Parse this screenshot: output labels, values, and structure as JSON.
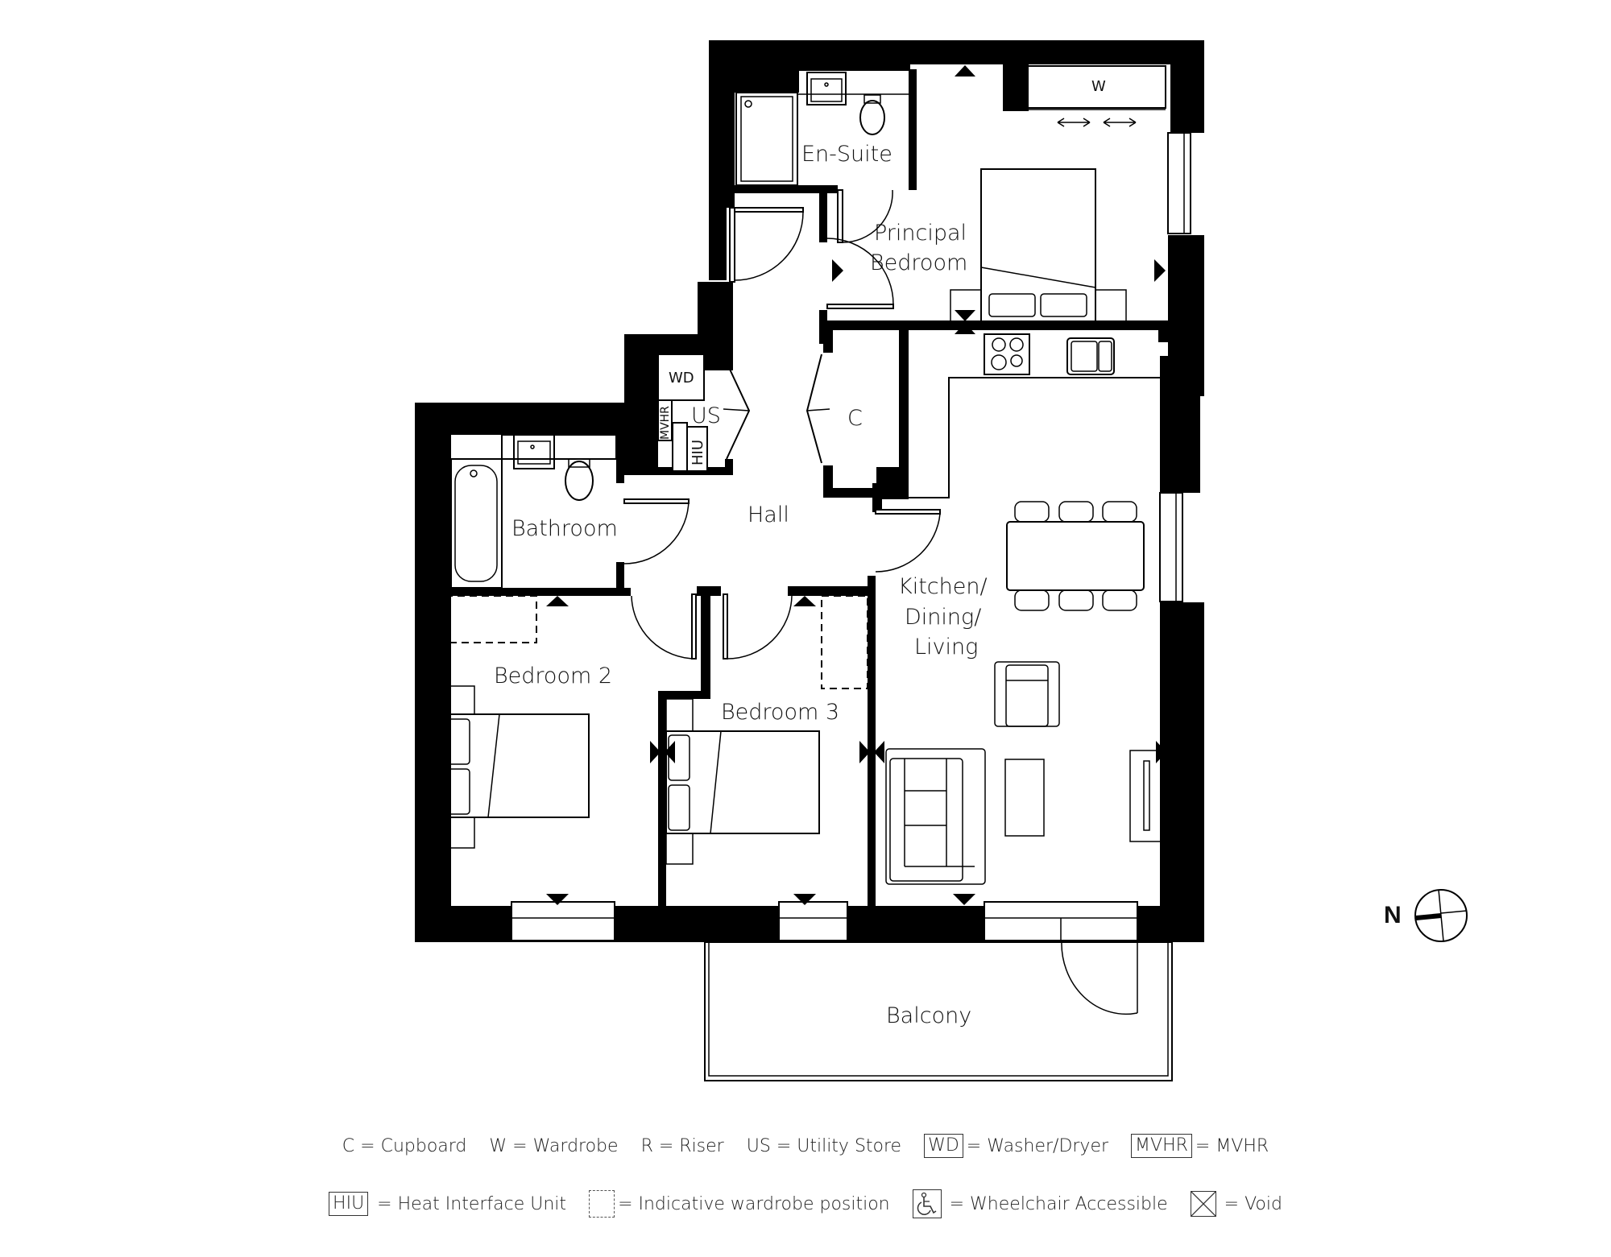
{
  "rooms": {
    "en_suite": "En-Suite",
    "principal_bedroom_line1": "Principal",
    "principal_bedroom_line2": "Bedroom",
    "wardrobe": "W",
    "utility_store": "US",
    "washer_dryer": "WD",
    "mvhr": "MVHR",
    "hiu": "HIU",
    "cupboard": "C",
    "hall": "Hall",
    "bathroom": "Bathroom",
    "kitchen_line1": "Kitchen/",
    "kitchen_line2": "Dining/",
    "kitchen_line3": "Living",
    "bedroom_2": "Bedroom 2",
    "bedroom_3": "Bedroom 3",
    "balcony": "Balcony"
  },
  "compass": {
    "north_label": "N"
  },
  "legend": {
    "row1": [
      {
        "key": "C",
        "text": "= Cupboard"
      },
      {
        "key": "W",
        "text": "= Wardrobe"
      },
      {
        "key": "R",
        "text": "= Riser"
      },
      {
        "key": "US",
        "text": "= Utility Store"
      },
      {
        "key": "WD",
        "text": "= Washer/Dryer",
        "boxed": true
      },
      {
        "key": "MVHR",
        "text": "= MVHR",
        "boxed": true
      }
    ],
    "row2": [
      {
        "key": "HIU",
        "text": "= Heat Interface Unit",
        "boxed": true
      },
      {
        "key": "",
        "text": "= Indicative wardrobe position",
        "icon": "dashed-box-icon"
      },
      {
        "key": "",
        "text": "= Wheelchair Accessible",
        "icon": "wheelchair-icon"
      },
      {
        "key": "",
        "text": "= Void",
        "icon": "void-cross-icon"
      }
    ]
  }
}
